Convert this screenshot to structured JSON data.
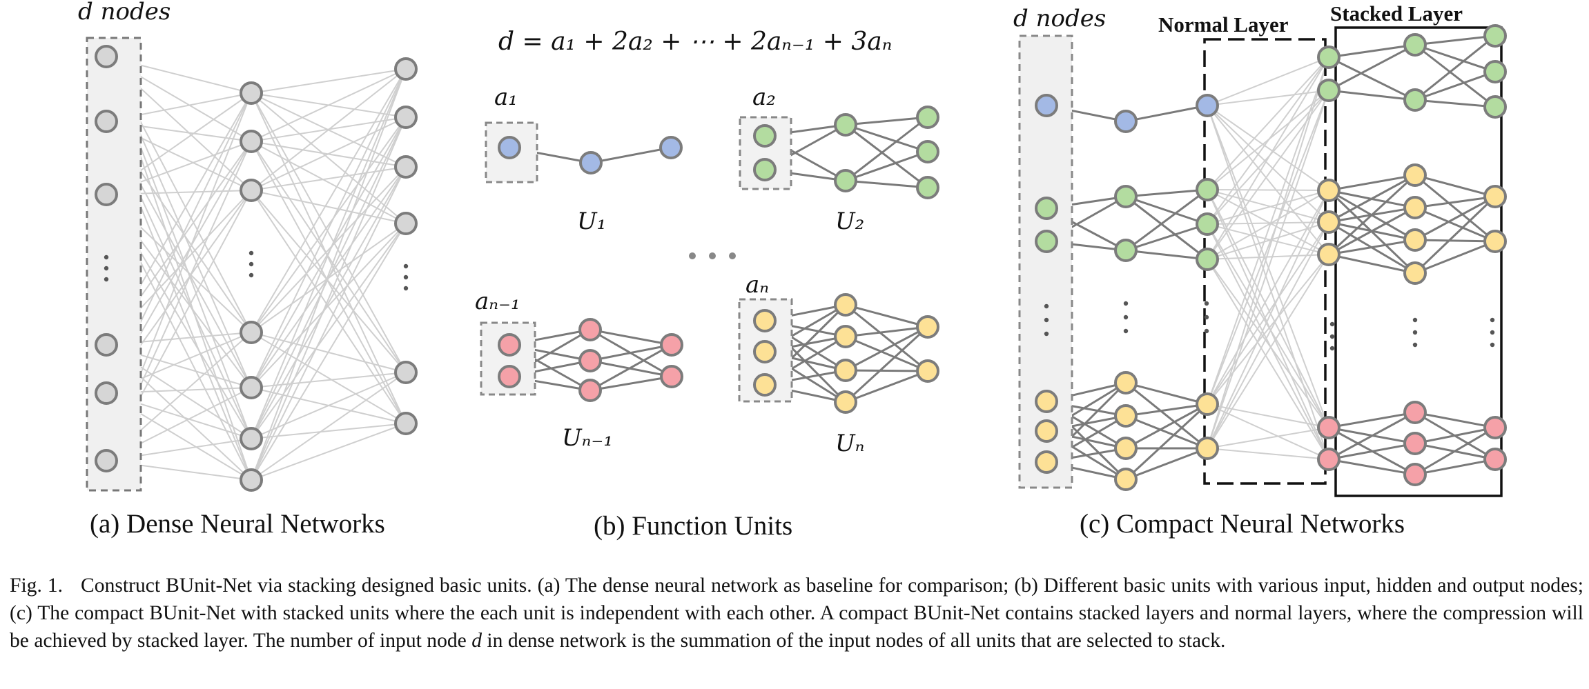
{
  "panel_a": {
    "header": "d nodes",
    "caption": "(a) Dense Neural Networks"
  },
  "panel_b": {
    "formula": "d = a₁ + 2a₂ + ⋯ + 2aₙ₋₁ + 3aₙ",
    "units": [
      {
        "input_label": "a₁",
        "unit_label": "U₁",
        "color": "#a3b9e5"
      },
      {
        "input_label": "a₂",
        "unit_label": "U₂",
        "color": "#b3dca0"
      },
      {
        "input_label": "aₙ₋₁",
        "unit_label": "Uₙ₋₁",
        "color": "#f5a1a8"
      },
      {
        "input_label": "aₙ",
        "unit_label": "Uₙ",
        "color": "#fde196"
      }
    ],
    "caption": "(b) Function Units"
  },
  "panel_c": {
    "header": "d nodes",
    "normal_layer": "Normal Layer",
    "stacked_layer": "Stacked Layer",
    "caption": "(c) Compact Neural Networks"
  },
  "colors": {
    "node_gray": "#d6d6d6",
    "node_border": "#7c7c7c",
    "edge_light": "#cfcfcf",
    "edge_dark": "#7a7a7a",
    "column_fill": "#f0f0f0"
  },
  "caption": {
    "label": "Fig. 1.",
    "text_1": "Construct BUnit-Net via stacking designed basic units. (a) The dense neural network as baseline for comparison; (b) Different basic units with various input, hidden and output nodes; (c) The compact BUnit-Net with stacked units where the each unit is independent with each other. A compact BUnit-Net contains stacked layers and normal layers, where the compression will be achieved by stacked layer. The number of input node ",
    "var": "d",
    "text_2": " in dense network is the summation of the input nodes of all units that are selected to stack."
  }
}
